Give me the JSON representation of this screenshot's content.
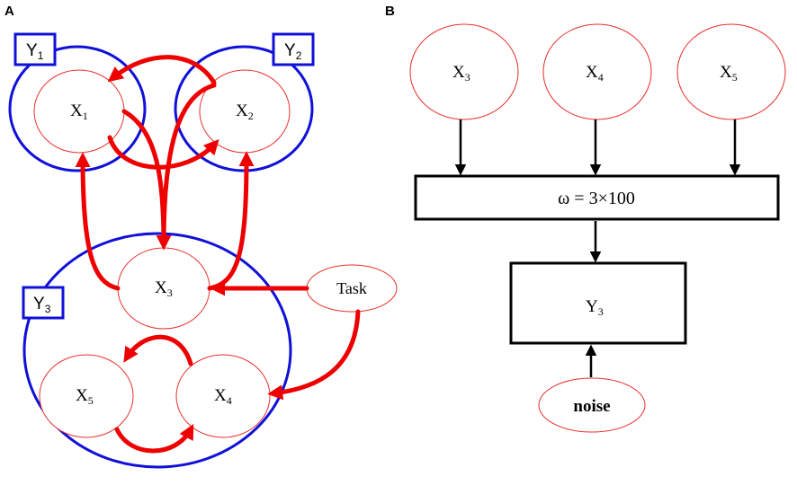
{
  "panel_a": {
    "letter": "A",
    "groups": {
      "y1": {
        "name": "Y",
        "sub": "1"
      },
      "y2": {
        "name": "Y",
        "sub": "2"
      },
      "y3": {
        "name": "Y",
        "sub": "3"
      }
    },
    "nodes": {
      "x1": {
        "name": "X",
        "sub": "1"
      },
      "x2": {
        "name": "X",
        "sub": "2"
      },
      "x3": {
        "name": "X",
        "sub": "3"
      },
      "x4": {
        "name": "X",
        "sub": "4"
      },
      "x5": {
        "name": "X",
        "sub": "5"
      }
    },
    "task_label": "Task"
  },
  "panel_b": {
    "letter": "B",
    "inputs": {
      "x3": {
        "name": "X",
        "sub": "3"
      },
      "x4": {
        "name": "X",
        "sub": "4"
      },
      "x5": {
        "name": "X",
        "sub": "5"
      }
    },
    "weight_label": "ω = 3×100",
    "output": {
      "name": "Y",
      "sub": "3"
    },
    "noise_label": "noise"
  },
  "colors": {
    "group_circle": "#1010d8",
    "node_circle": "#e8302c",
    "arrow_red": "#ee0000",
    "arrow_black": "#000000"
  }
}
